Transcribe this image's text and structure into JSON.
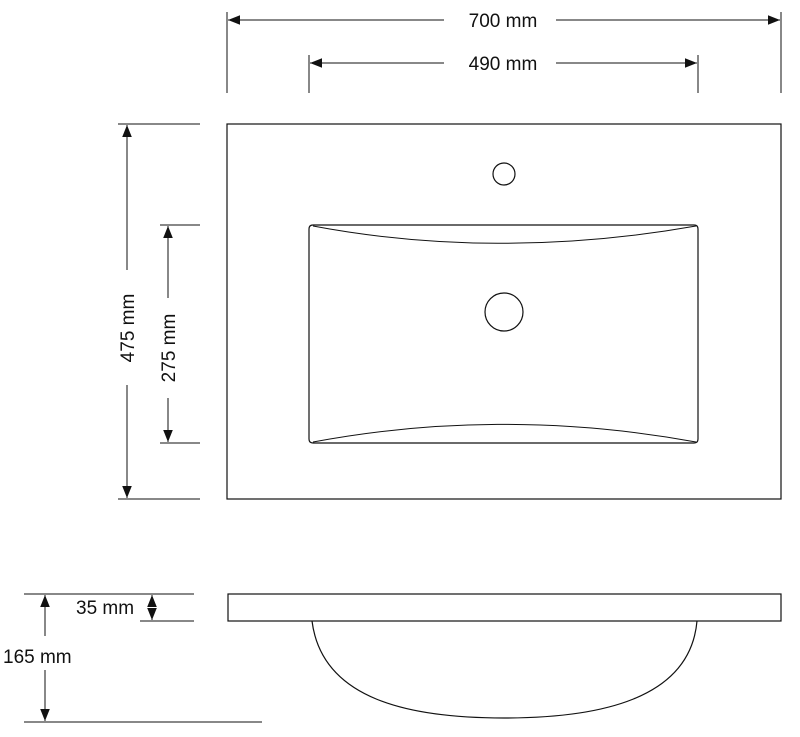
{
  "dimensions": {
    "overall_width": "700 mm",
    "basin_width": "490 mm",
    "overall_depth": "475 mm",
    "basin_depth": "275 mm",
    "top_thickness": "35 mm",
    "total_height": "165 mm"
  },
  "colors": {
    "line": "#111111",
    "background": "#ffffff"
  }
}
